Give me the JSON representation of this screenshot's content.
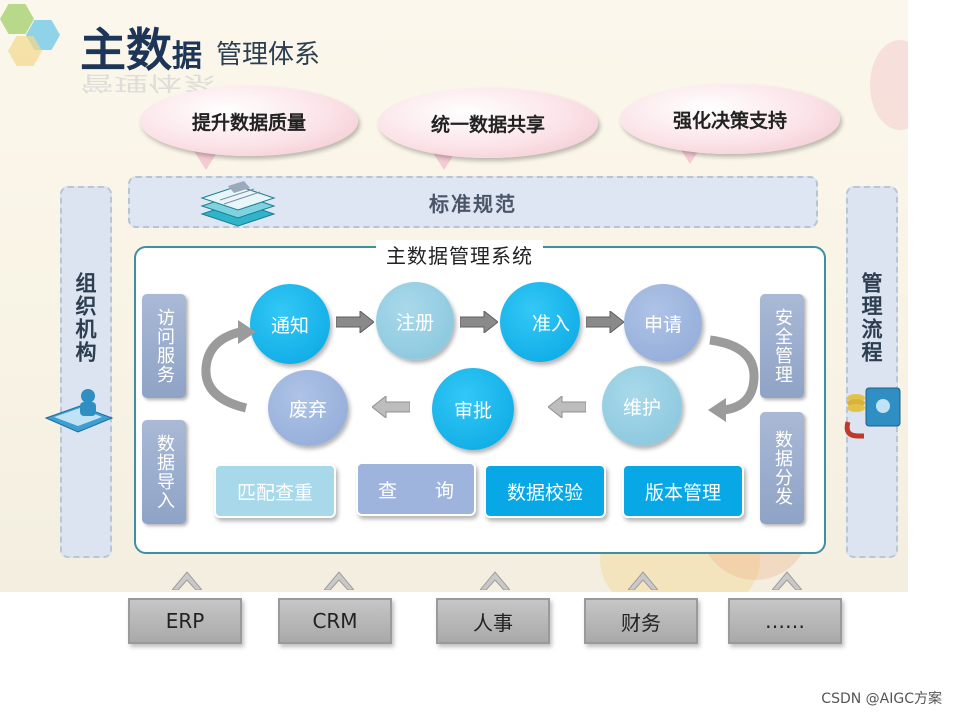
{
  "title": {
    "main": "主数",
    "tail": "据",
    "sub": "管理体系"
  },
  "goals": [
    "提升数据质量",
    "统一数据共享",
    "强化决策支持"
  ],
  "standards_label": "标准规范",
  "left_column_label": "组织机构",
  "right_column_label": "管理流程",
  "system_title": "主数据管理系统",
  "left_boxes": [
    "访问服务",
    "数据导入"
  ],
  "right_boxes": [
    "安全管理",
    "数据分发"
  ],
  "workflow_top": [
    "通知",
    "注册",
    "准入",
    "申请"
  ],
  "workflow_bottom": [
    "废弃",
    "审批",
    "维护"
  ],
  "functions": [
    "匹配查重",
    "查　　询",
    "数据校验",
    "版本管理"
  ],
  "source_systems": [
    "ERP",
    "CRM",
    "人事",
    "财务",
    "……"
  ],
  "watermark": "CSDN @AIGC方案",
  "colors": {
    "circle_blue": "#07a6e2",
    "circle_light_blue": "#86c4dc",
    "circle_lavender": "#8fa9d7",
    "frame_teal": "#3e8fa0",
    "bubble_pink": "#f1c2cc"
  },
  "icons": [
    "documents-stack-icon",
    "person-at-desk-icon",
    "safe-with-coins-icon"
  ]
}
